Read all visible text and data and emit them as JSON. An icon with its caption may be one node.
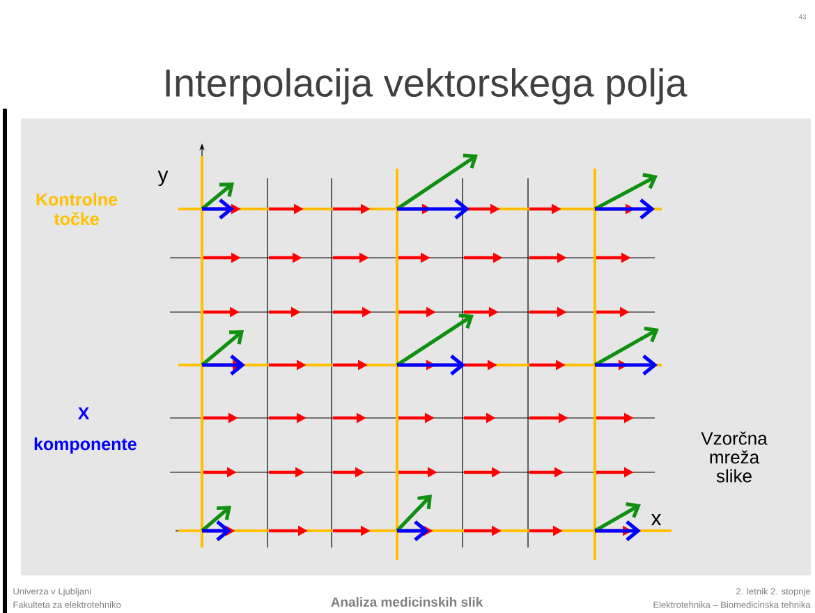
{
  "diagram": {
    "title": "Interpolacija vektorskega polja",
    "labels": [
      "43",
      "y",
      "Kontrolne točke",
      "X komponente",
      "Vzorčna mreža slike",
      "x",
      "Univerza v Ljubljani",
      "Fakulteta za elektrotehniko",
      "Analiza medicinskih slik",
      "2. letnik 2. stopnje",
      "Elektrotehnika – Biomedicinska tehnika"
    ]
  }
}
